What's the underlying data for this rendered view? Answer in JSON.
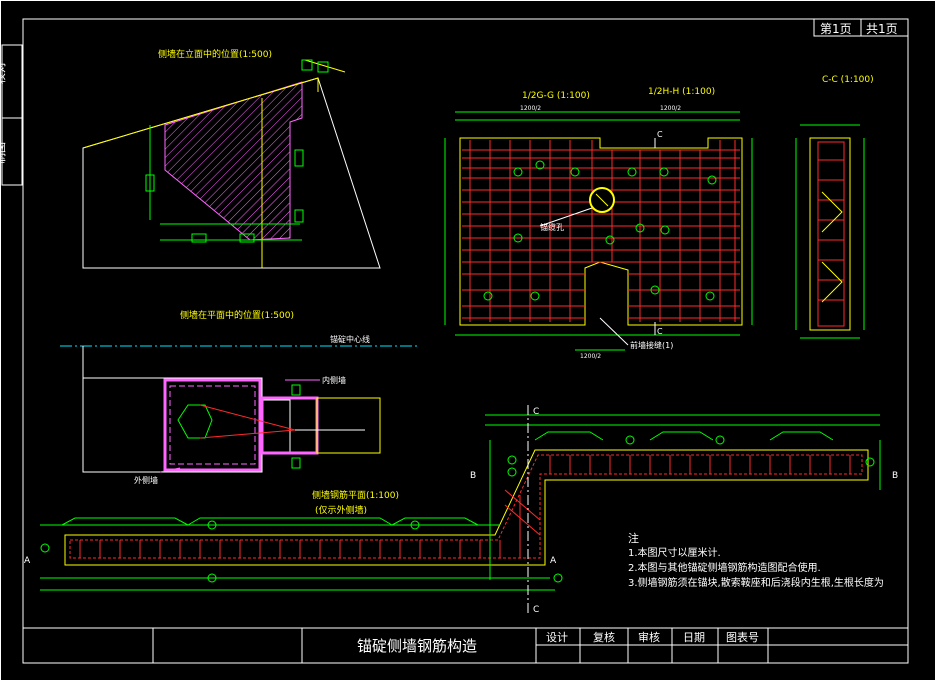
{
  "page_indicator": {
    "page": "第1页",
    "total": "共1页"
  },
  "side_stamps": {
    "check": "校对",
    "draw": "制图"
  },
  "views": {
    "elevation_title": "侧墙在立面中的位置(1:500)",
    "plan_title": "侧墙在平面中的位置(1:500)",
    "anchor_center_line": "锚碇中心线",
    "inner_wall": "内侧墙",
    "outer_wall": "外侧墙",
    "section_g": "1/2G-G    (1:100)",
    "section_h": "1/2H-H    (1:100)",
    "section_c": "C-C   (1:100)",
    "hoist_hole": "锚缆孔",
    "front_wall_note": "前墙接缝(1)",
    "rebar_plan_title": "侧墙钢筋平面(1:100)",
    "rebar_plan_sub": "(仅示外侧墙)",
    "dim_small": "1200/2",
    "label_A": "A",
    "label_B": "B",
    "label_C": "C"
  },
  "notes": {
    "heading": "注",
    "items": [
      "1.本图尺寸以厘米计.",
      "2.本图与其他锚碇侧墙钢筋构造图配合使用.",
      "3.侧墙钢筋须在锚块,散索鞍座和后浇段内生根,生根长度为"
    ]
  },
  "title_block": {
    "drawing_title": "锚碇侧墙钢筋构造",
    "design": "设计",
    "review": "复核",
    "audit": "审核",
    "date": "日期",
    "drawing_no": "图表号"
  },
  "colors": {
    "background": "#000000",
    "frame": "#ffffff",
    "outline": "#ffff00",
    "dimension": "#00ff00",
    "rebar": "#ff2a2a",
    "hatch": "#ff66ff",
    "text": "#ffffff",
    "center_line": "#00e5ff",
    "leader": "#ff66ff"
  }
}
